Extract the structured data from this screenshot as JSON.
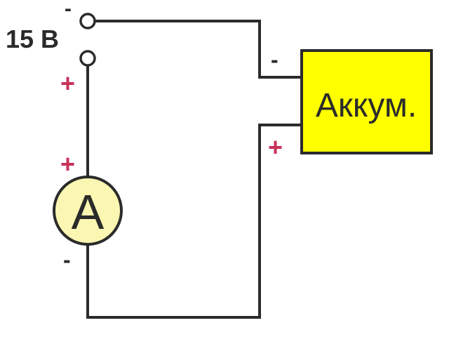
{
  "source": {
    "voltage_label": "15 В",
    "top_terminal_polarity": "-",
    "bottom_terminal_polarity": "+"
  },
  "ammeter": {
    "symbol": "A",
    "top_polarity": "+",
    "bottom_polarity": "-",
    "fill_color": "#fbf7b2"
  },
  "accumulator": {
    "label": "Аккум.",
    "minus_label": "-",
    "plus_label": "+",
    "fill_color": "#ffff00"
  },
  "colors": {
    "wire": "#2b2b2b",
    "plus_sign": "#c8325a"
  }
}
